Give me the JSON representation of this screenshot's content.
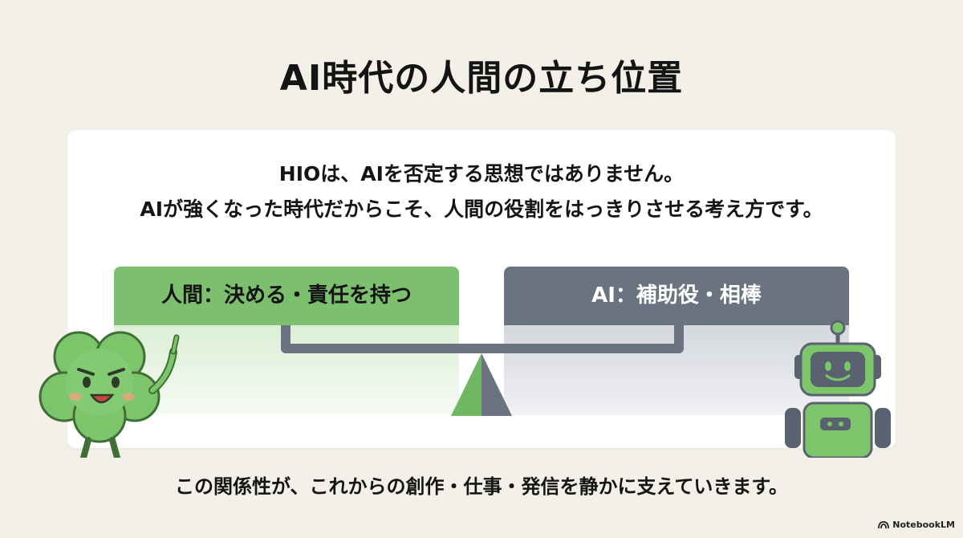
{
  "title": "AI時代の人間の立ち位置",
  "intro": {
    "line1": "HIOは、AIを否定する思想ではありません。",
    "line2": "AIが強くなった時代だからこそ、人間の役割をはっきりさせる考え方です。"
  },
  "human_label": "人間：決める・責任を持つ",
  "ai_label": "AI：補助役・相棒",
  "outro": "この関係性が、これからの創作・仕事・発信を静かに支えていきます。",
  "brand": "NotebookLM",
  "colors": {
    "background": "#f3f0e8",
    "card": "#ffffff",
    "human_green": "#7cbf6e",
    "ai_slate": "#6a7380",
    "scale_beam": "#6b7380"
  },
  "icons": {
    "clover": "clover-mascot-icon",
    "robot": "robot-mascot-icon",
    "fulcrum": "scale-fulcrum-icon",
    "brand": "notebooklm-logo-icon"
  }
}
